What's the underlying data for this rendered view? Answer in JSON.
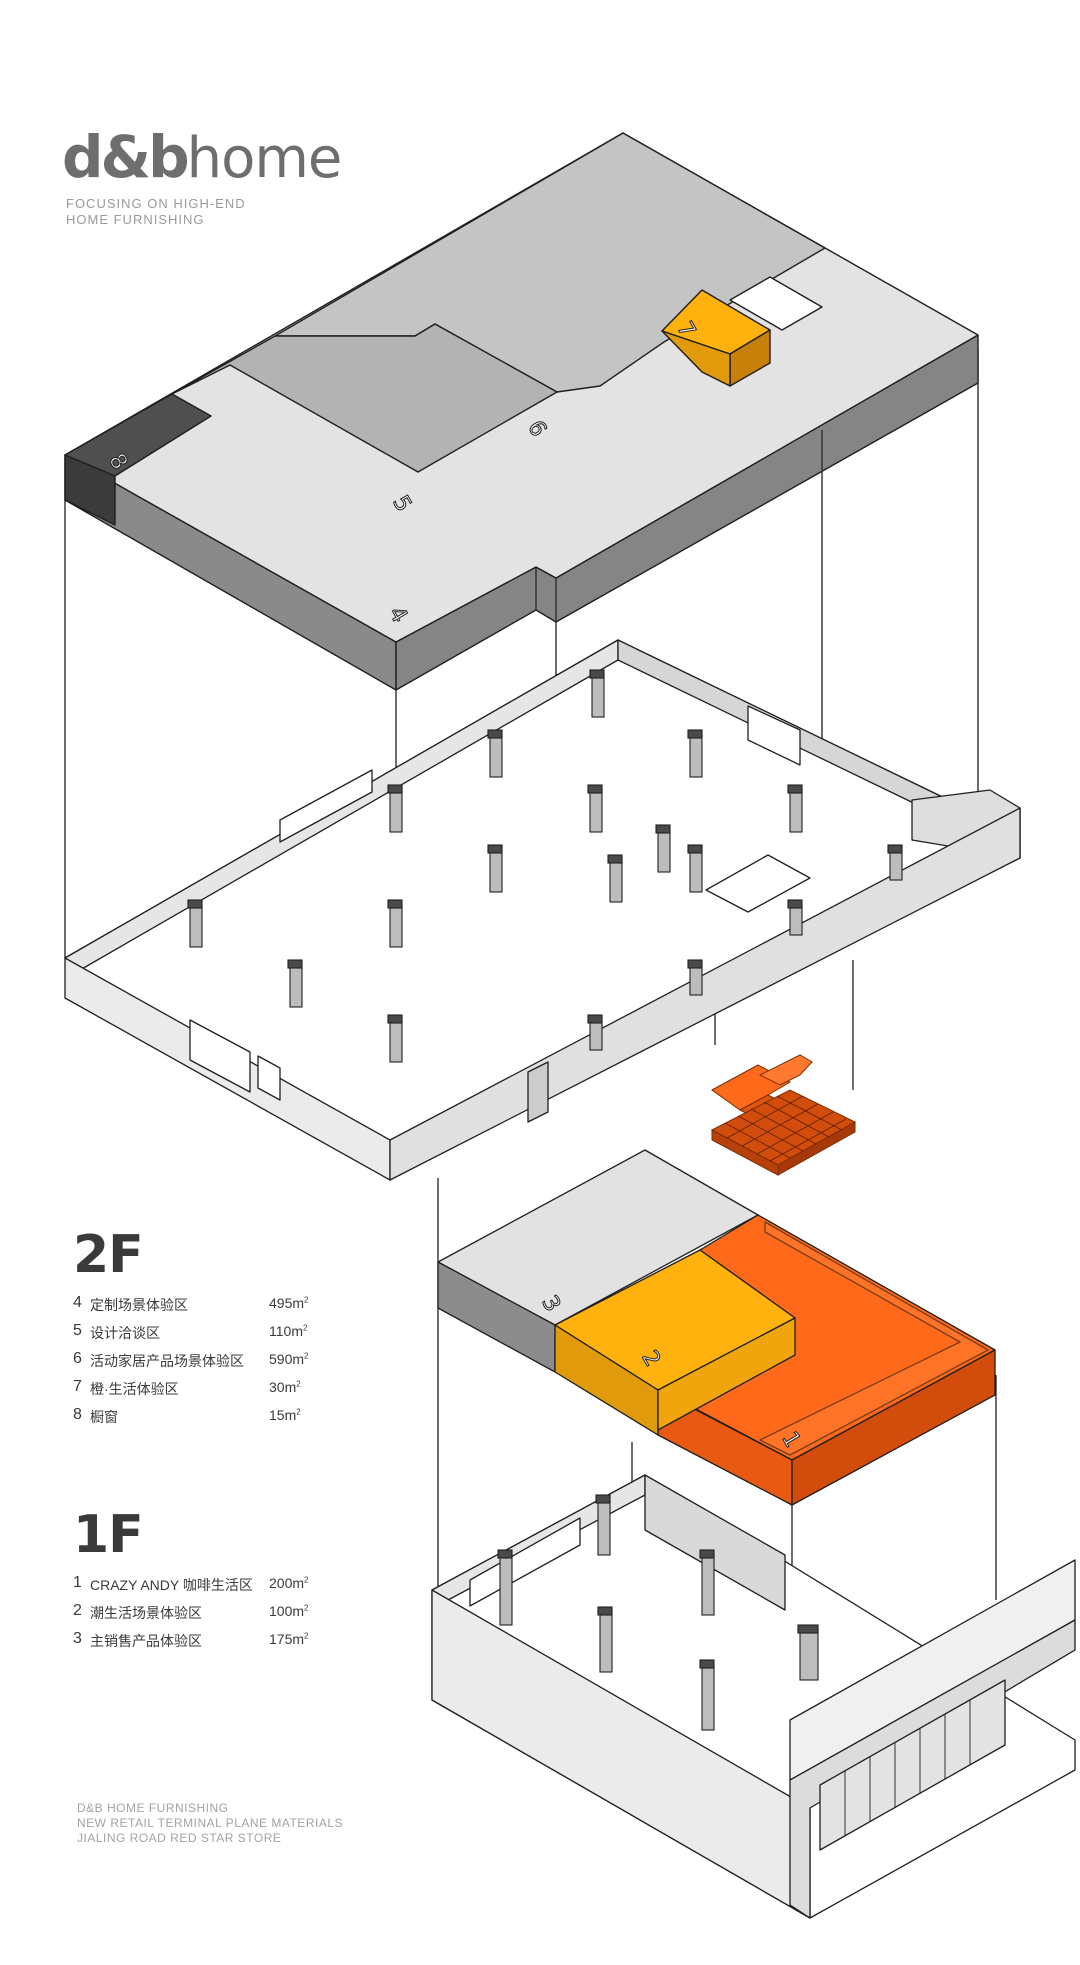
{
  "brand": {
    "logo_bold": "d&b",
    "logo_light": "home",
    "tagline_lines": [
      "FOCUSING ON HIGH-END",
      "HOME FURNISHING"
    ]
  },
  "colors": {
    "orange": "#ff6a1a",
    "amber": "#ffb20e",
    "roof_light": "#e3e3e3",
    "roof_mid": "#c4c4c4",
    "roof_dark": "#9d9d9d",
    "window_dark": "#4f4f4f",
    "wall": "#e6e6e6",
    "line": "#1f1f1f"
  },
  "zone_labels": {
    "z1": "1",
    "z2": "2",
    "z3": "3",
    "z4": "4",
    "z5": "5",
    "z6": "6",
    "z7": "7",
    "z8": "8"
  },
  "floors": {
    "f2": {
      "title": "2F",
      "rows": [
        {
          "num": "4",
          "name": "定制场景体验区",
          "area": "495m",
          "unit_sup": "2"
        },
        {
          "num": "5",
          "name": "设计洽谈区",
          "area": "110m",
          "unit_sup": "2"
        },
        {
          "num": "6",
          "name": "活动家居产品场景体验区",
          "area": "590m",
          "unit_sup": "2"
        },
        {
          "num": "7",
          "name": "橙·生活体验区",
          "area": "30m",
          "unit_sup": "2"
        },
        {
          "num": "8",
          "name": "橱窗",
          "area": "15m",
          "unit_sup": "2"
        }
      ]
    },
    "f1": {
      "title": "1F",
      "rows": [
        {
          "num": "1",
          "name": "CRAZY ANDY 咖啡生活区",
          "area": "200m",
          "unit_sup": "2"
        },
        {
          "num": "2",
          "name": "潮生活场景体验区",
          "area": "100m",
          "unit_sup": "2"
        },
        {
          "num": "3",
          "name": "主销售产品体验区",
          "area": "175m",
          "unit_sup": "2"
        }
      ]
    }
  },
  "footer_lines": [
    "D&B HOME FURNISHING",
    "NEW RETAIL TERMINAL PLANE MATERIALS",
    "JIALING ROAD RED STAR STORE"
  ]
}
